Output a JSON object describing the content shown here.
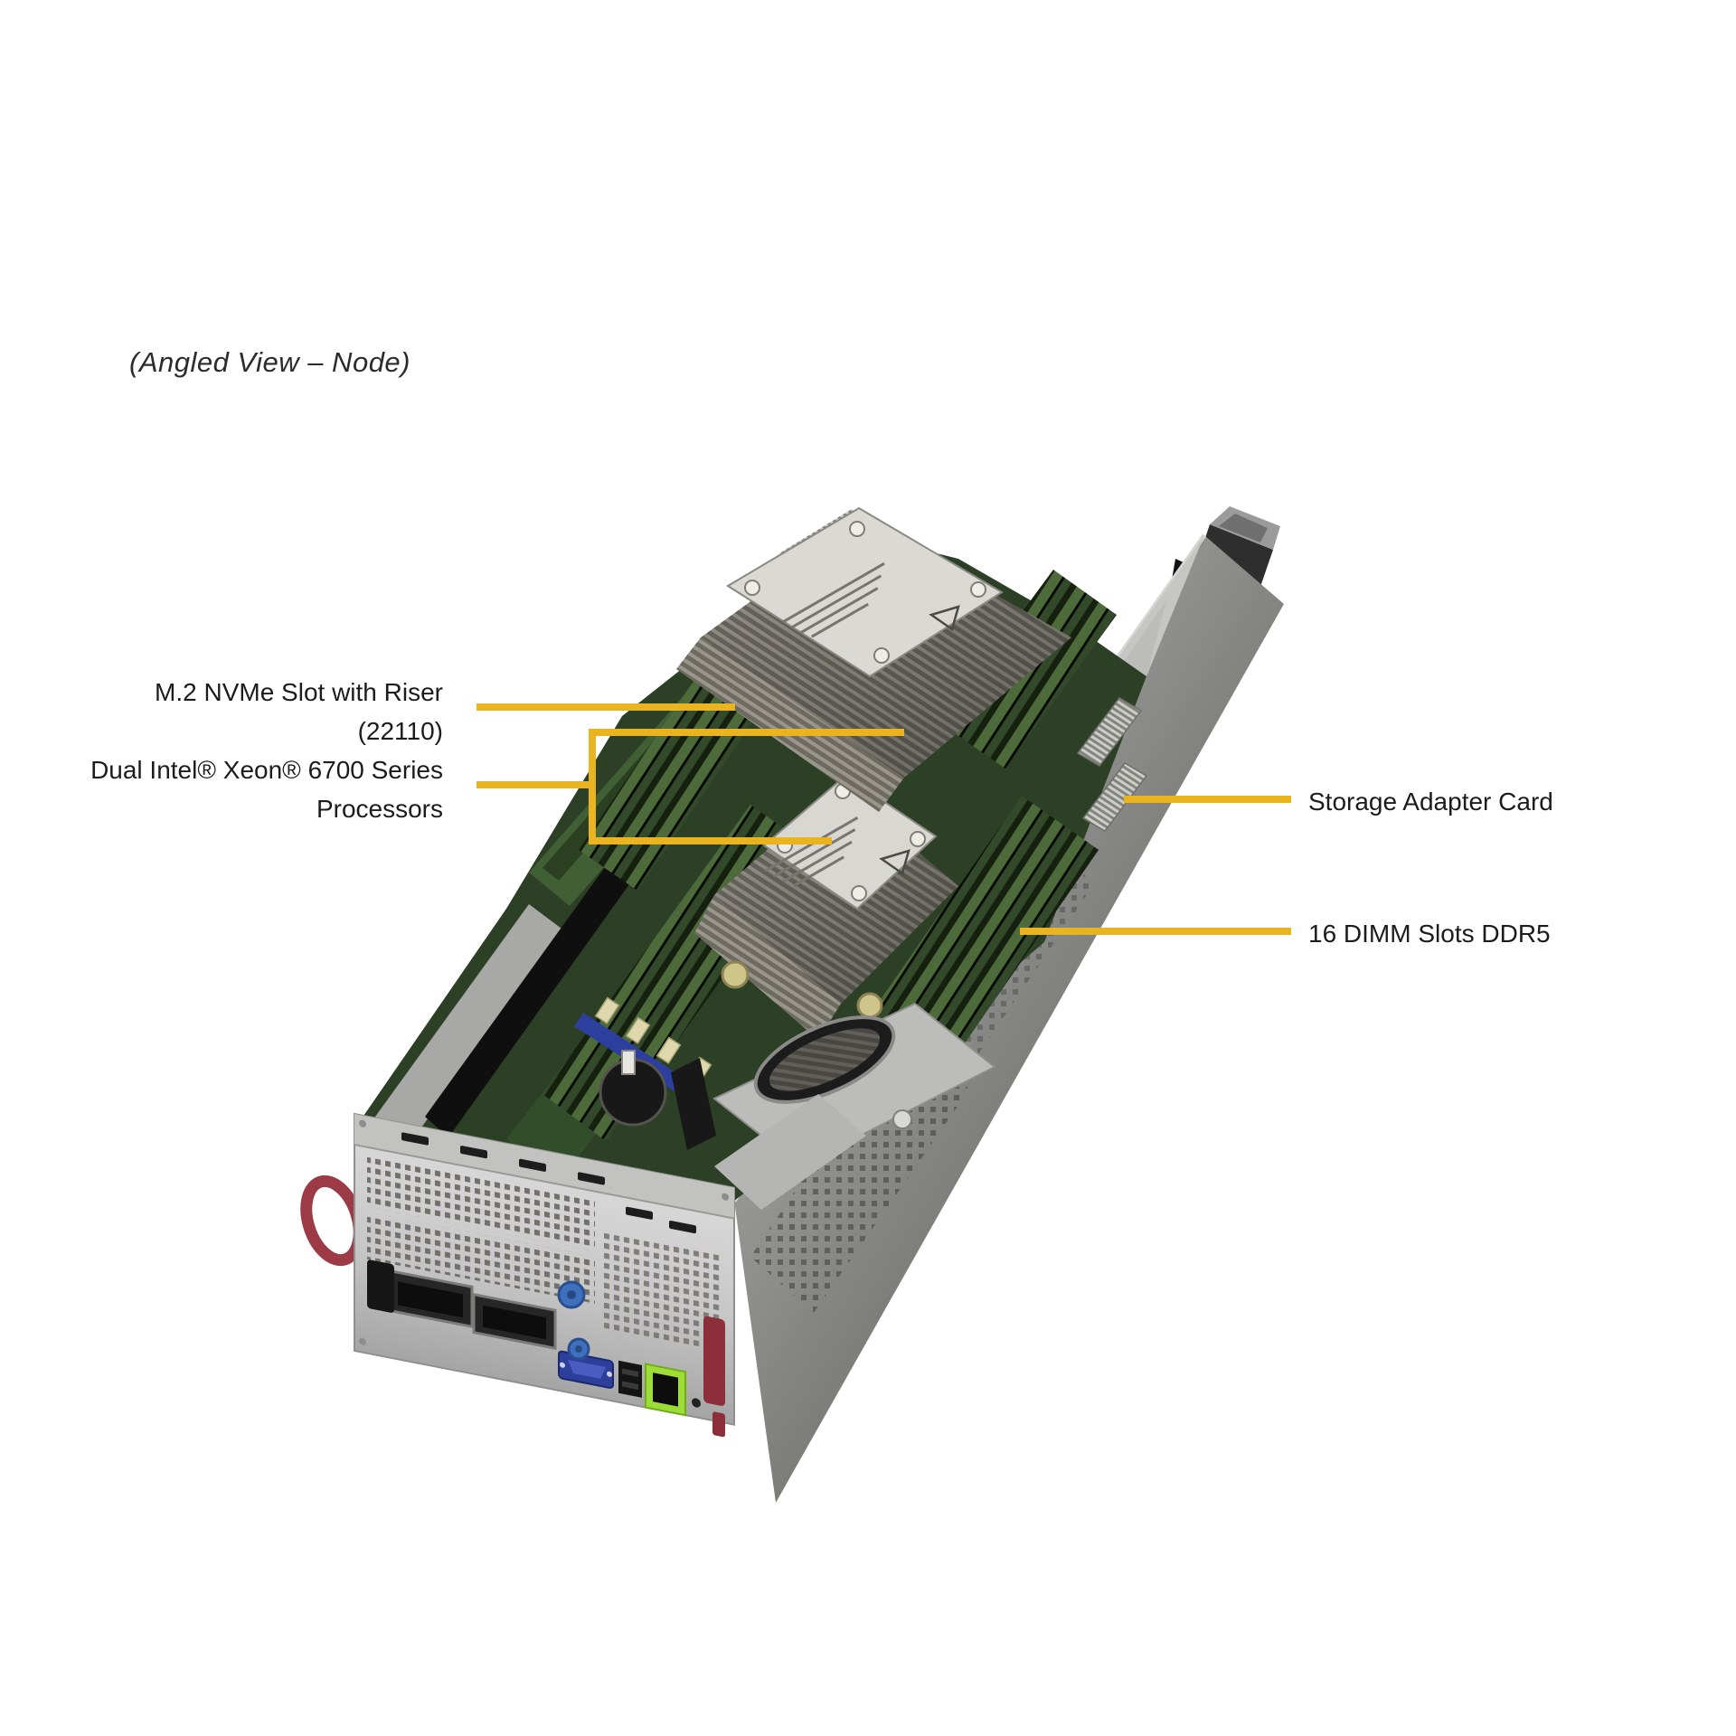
{
  "title": "(Angled View – Node)",
  "colors": {
    "callout_line": "#E9B41F",
    "label_text": "#1c1c1c"
  },
  "callouts": {
    "m2": {
      "line1": "M.2 NVMe Slot with Riser",
      "line2": "(22110)"
    },
    "cpu": {
      "line1": "Dual Intel® Xeon® 6700 Series",
      "line2": "Processors"
    },
    "storage": {
      "label": "Storage Adapter Card"
    },
    "dimm": {
      "label": "16 DIMM Slots DDR5"
    }
  }
}
